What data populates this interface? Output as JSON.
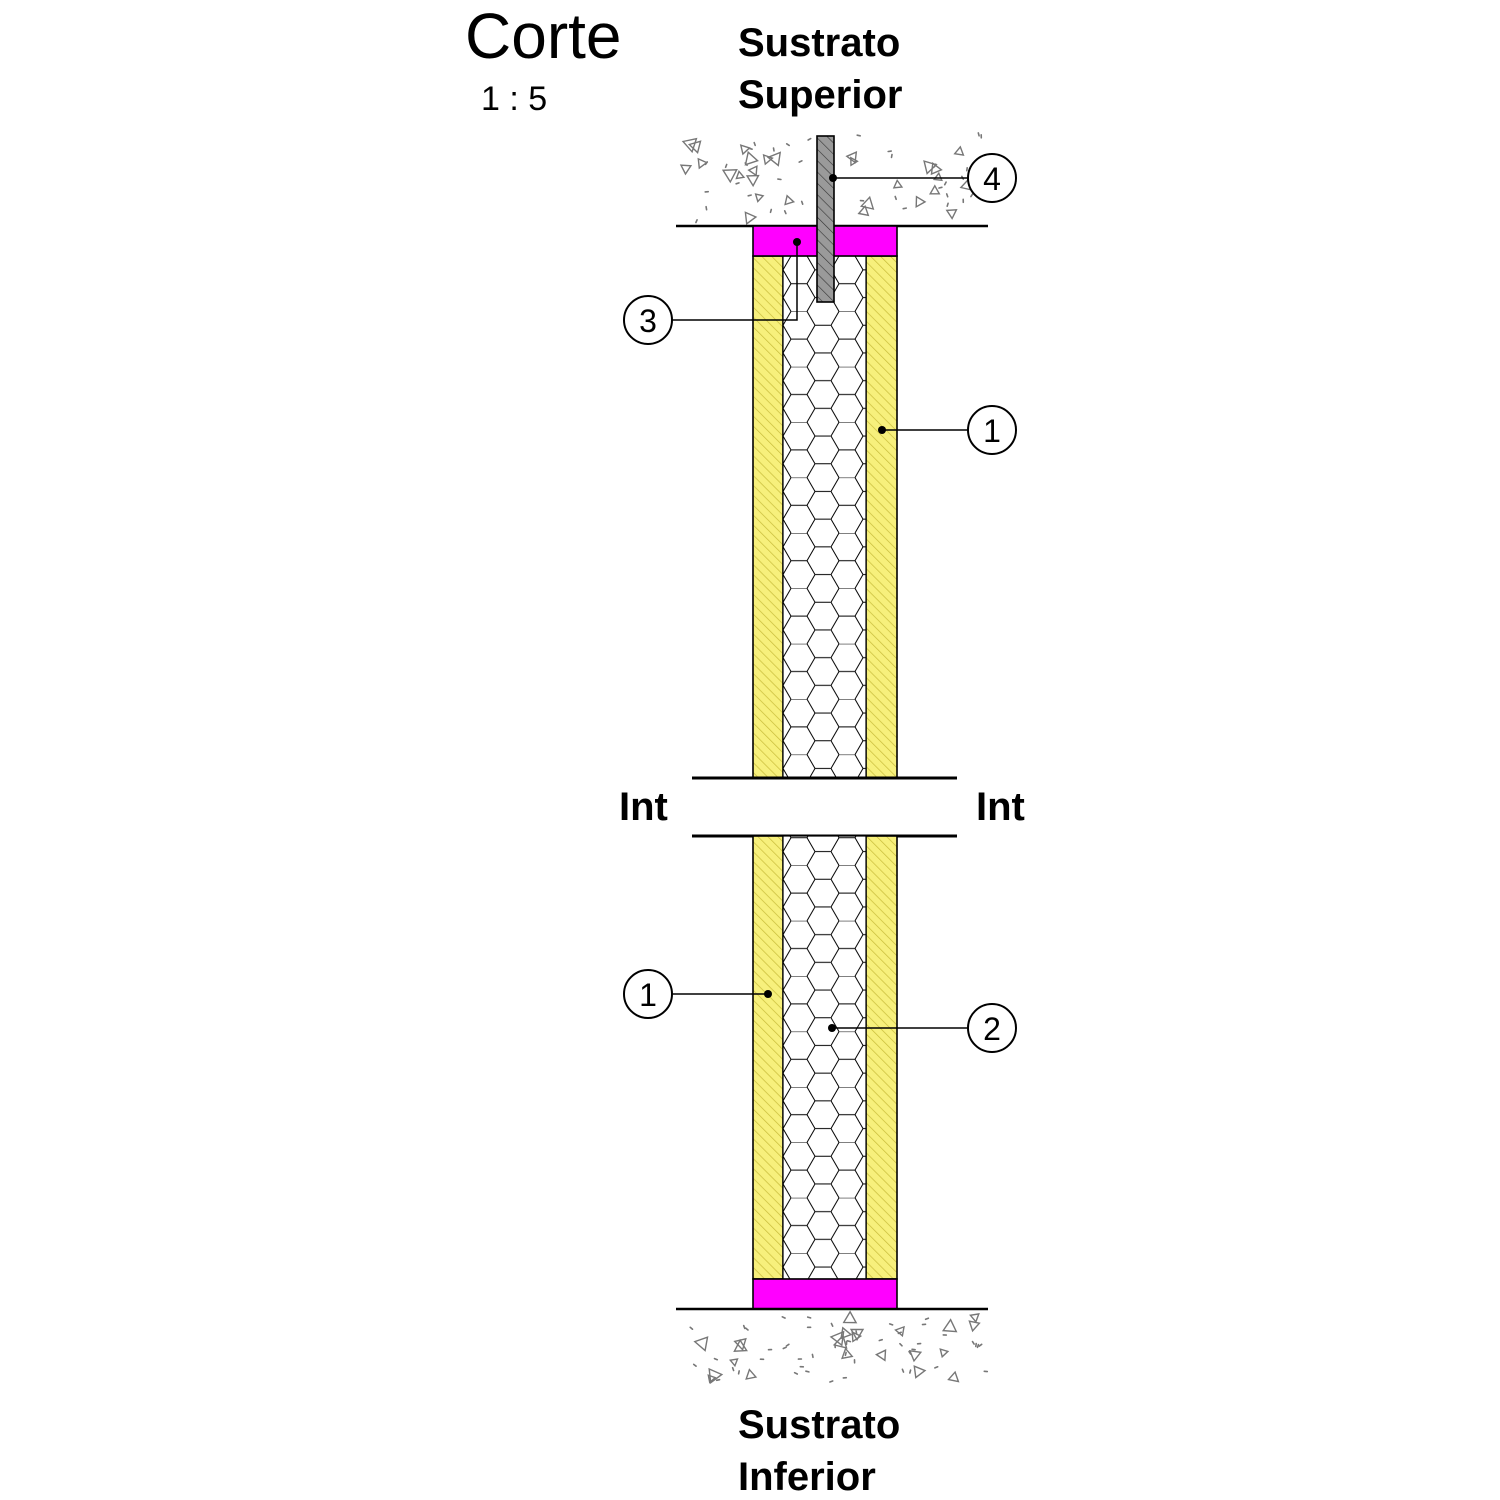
{
  "title": "Corte",
  "scale": "1 : 5",
  "substrate_top": {
    "line1": "Sustrato",
    "line2": "Superior"
  },
  "substrate_bottom": {
    "line1": "Sustrato",
    "line2": "Inferior"
  },
  "break_label_left": "Int",
  "break_label_right": "Int",
  "callouts": [
    "1",
    "1",
    "2",
    "3",
    "4"
  ],
  "colors": {
    "board": "#f7f07c",
    "board_hatch": "#c8bc3a",
    "sealant": "#ff00ff",
    "rod": "#9a9a9a",
    "core": "#ffffff",
    "line": "#000000"
  }
}
